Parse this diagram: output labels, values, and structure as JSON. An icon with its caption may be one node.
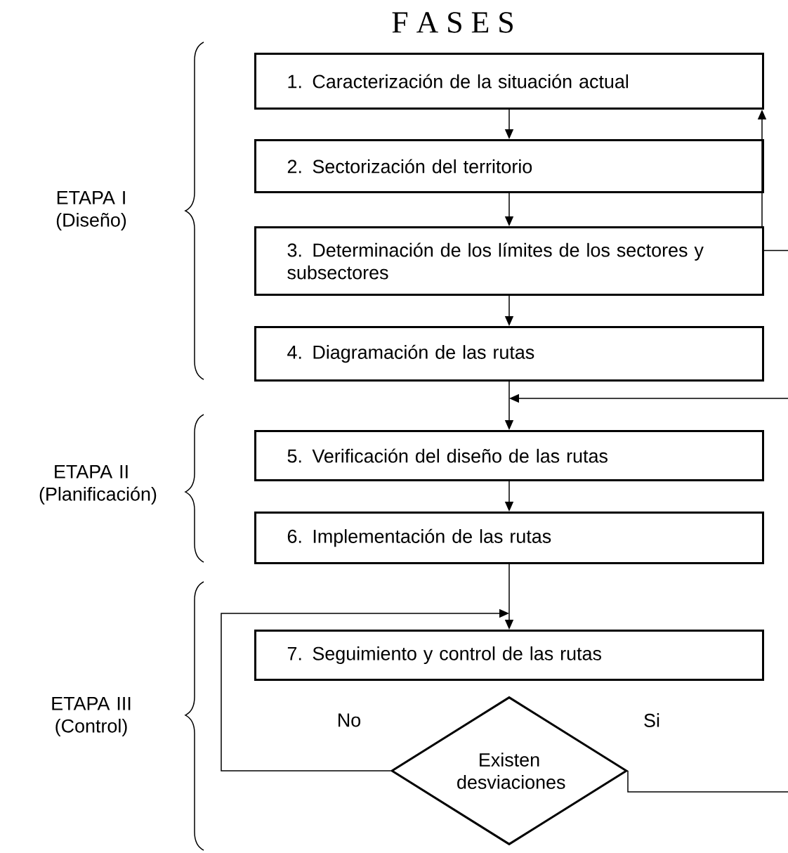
{
  "diagram": {
    "title": "F A S E S",
    "nodes": [
      {
        "text": [
          "1. Caracterización de la situación actual"
        ]
      },
      {
        "text": [
          "2. Sectorización del territorio"
        ]
      },
      {
        "text": [
          "3. Determinación de los límites de los sectores y subsectores"
        ]
      },
      {
        "text": [
          "4. Diagramación de las rutas"
        ]
      },
      {
        "text": [
          "5. Verificación del diseño de las rutas"
        ]
      },
      {
        "text": [
          "6. Implementación de las rutas"
        ]
      },
      {
        "text": [
          "7. Seguimiento y control de las rutas"
        ]
      },
      {
        "text": [
          "Existen desviaciones"
        ]
      }
    ],
    "edges": [
      {
        "from": 0,
        "to": 1,
        "arrow": "to"
      },
      {
        "from": 1,
        "to": 2,
        "arrow": "to"
      },
      {
        "from": 2,
        "to": 3,
        "arrow": "to"
      },
      {
        "from": 3,
        "to": 4,
        "arrow": "to"
      },
      {
        "from": 4,
        "to": 5,
        "arrow": "to"
      },
      {
        "from": 5,
        "to": 6,
        "arrow": "to"
      },
      {
        "from": 2,
        "to": 0,
        "arrow": "to"
      },
      {
        "from": 2,
        "to": null,
        "arrow": "none"
      },
      {
        "from": null,
        "to": 4,
        "arrow": "to"
      },
      {
        "from": 7,
        "to": 6,
        "arrow": "to",
        "label": "No"
      },
      {
        "from": 7,
        "to": null,
        "arrow": "none",
        "label": "Si"
      }
    ],
    "labels": [
      "ETAPA I (Diseño)",
      "ETAPA II (Planificación)",
      "ETAPA III (Control)"
    ]
  }
}
